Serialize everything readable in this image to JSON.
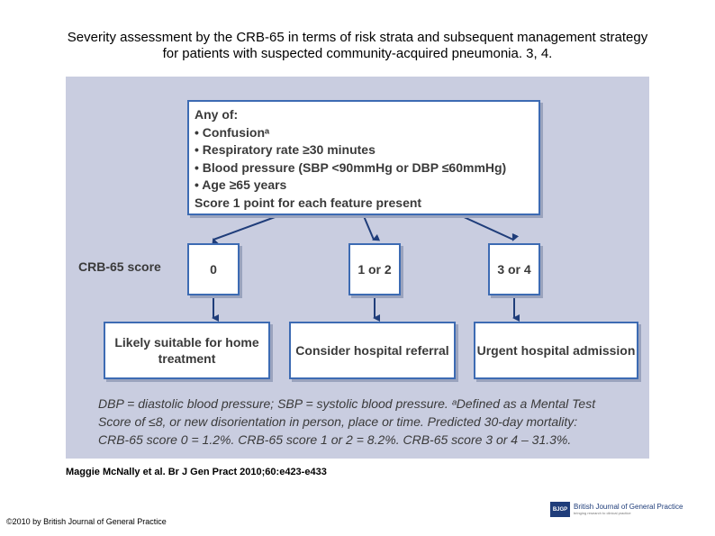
{
  "title_line1": "Severity assessment by the CRB-65 in terms of risk strata and subsequent management strategy",
  "title_line2": "for patients with suspected community-acquired pneumonia. 3, 4.",
  "diagram": {
    "criteria": {
      "heading": "Any of:",
      "items": [
        "• Confusionᵃ",
        "• Respiratory rate ≥30 minutes",
        "• Blood pressure (SBP <90mmHg or DBP ≤60mmHg)",
        "• Age ≥65 years"
      ],
      "footer": "Score 1 point for each feature present"
    },
    "score_label": "CRB-65 score",
    "scores": [
      "0",
      "1 or 2",
      "3 or 4"
    ],
    "outcomes": [
      "Likely suitable for home treatment",
      "Consider hospital referral",
      "Urgent hospital admission"
    ],
    "footnote_lines": [
      "DBP = diastolic blood pressure; SBP = systolic blood pressure. ᵃDefined as a Mental Test",
      "Score of ≤8, or new disorientation in person, place or time. Predicted 30-day mortality:",
      "CRB-65 score 0 = 1.2%. CRB-65 score 1 or 2 = 8.2%. CRB-65 score 3 or 4 – 31.3%."
    ],
    "colors": {
      "panel": "#c9cde0",
      "border": "#3d6bb3",
      "arrow": "#1f3d7a"
    }
  },
  "citation": "Maggie McNally et al. Br J Gen Pract 2010;60:e423-e433",
  "copyright": "©2010 by British Journal of General Practice",
  "logo": {
    "mark": "BJGP",
    "name": "British Journal of General Practice",
    "tagline": "bringing research to clinical practice"
  }
}
